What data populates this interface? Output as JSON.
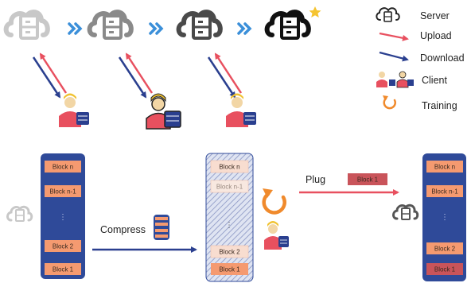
{
  "legend": {
    "server": "Server",
    "upload": "Upload",
    "download": "Download",
    "client": "Client",
    "training": "Training"
  },
  "left_stack": {
    "top_blocks": [
      "Block n",
      "Block n-1"
    ],
    "bottom_blocks": [
      "Block 2",
      "Block 1"
    ],
    "ellipsis": "⋮"
  },
  "middle_stack": {
    "top_blocks": [
      "Block n",
      "Block n-1"
    ],
    "bottom_blocks": [
      "Block 2",
      "Block 1"
    ],
    "ellipsis": "⋮"
  },
  "right_stack": {
    "top_blocks": [
      "Block n",
      "Block n-1"
    ],
    "bottom_blocks": [
      "Block 2",
      "Block 1"
    ],
    "ellipsis": "⋮"
  },
  "labels": {
    "compress": "Compress",
    "plug": "Plug",
    "plug_block": "Block 1"
  },
  "colors": {
    "upload": "#e8505f",
    "download": "#2a3f8f",
    "stack_bg": "#2f4a99",
    "block": "#f59a70",
    "block_dark": "#c9545a",
    "chevron": "#3b8fd9",
    "training": "#f08a2c",
    "star": "#f5c431"
  }
}
